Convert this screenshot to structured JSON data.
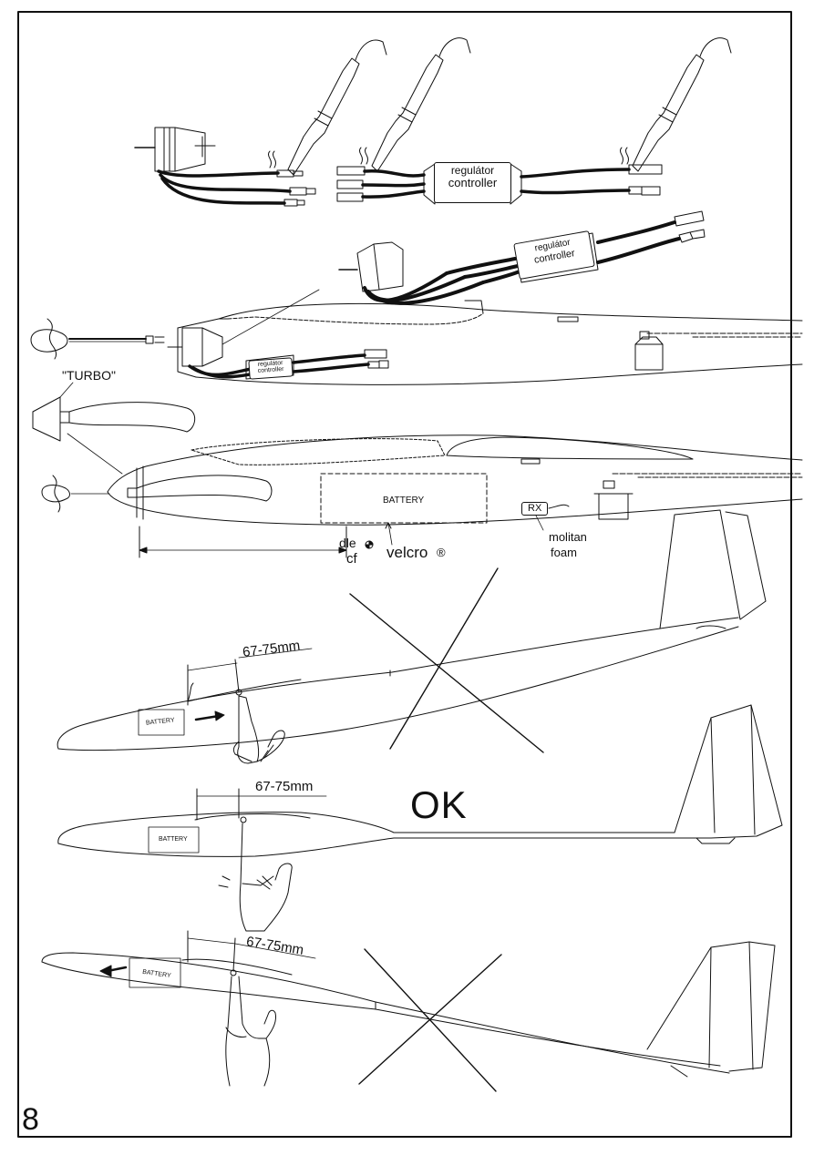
{
  "page": {
    "number": "8"
  },
  "labels": {
    "regulator": "regulátor",
    "controller": "controller",
    "turbo": "\"TURBO\"",
    "battery": "BATTERY",
    "rx": "RX",
    "dle": "dle",
    "cf": "cf",
    "velcro": "velcro",
    "registered": "®",
    "molitan": "molitan",
    "foam": "foam",
    "cg_range_1": "67-75mm",
    "cg_range_2": "67-75mm",
    "cg_range_3": "67-75mm",
    "ok": "OK"
  }
}
